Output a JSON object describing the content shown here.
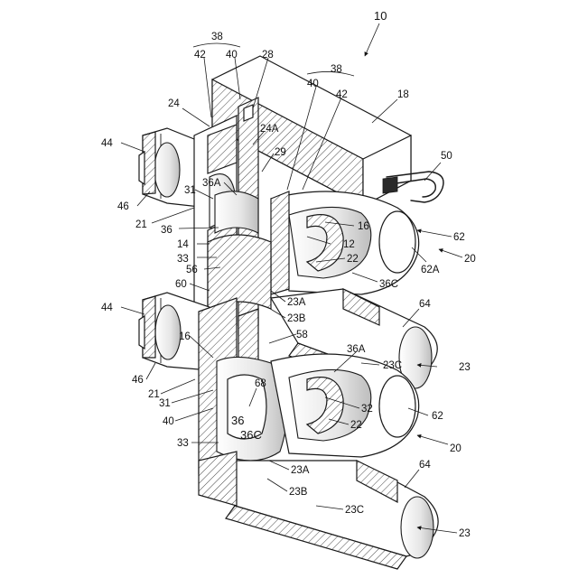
{
  "labels": {
    "l10": "10",
    "l38a": "38",
    "l42a": "42",
    "l40a": "40",
    "l28": "28",
    "l38b": "38",
    "l40b": "40",
    "l42b": "42",
    "l18": "18",
    "l24": "24",
    "l24A": "24A",
    "l29": "29",
    "l50": "50",
    "l44a": "44",
    "l36A_a": "36A",
    "l31a": "31",
    "l46a": "46",
    "l21a": "21",
    "l16a": "16",
    "l36a": "36",
    "l14": "14",
    "l12": "12",
    "l62a": "62",
    "l33a": "33",
    "l22a": "22",
    "l20a": "20",
    "l56": "56",
    "l62A": "62A",
    "l60": "60",
    "l36C_a": "36C",
    "l23A_a": "23A",
    "l23B_a": "23B",
    "l58": "58",
    "l64a": "64",
    "l44b": "44",
    "l16b": "16",
    "l36A_b": "36A",
    "l23C_a": "23C",
    "l23a": "23",
    "l46b": "46",
    "l21b": "21",
    "l68": "68",
    "l32": "32",
    "l31b": "31",
    "l62b": "62",
    "l40c": "40",
    "l36b": "36",
    "l36C_b": "36C",
    "l22b": "22",
    "l20b": "20",
    "l33b": "33",
    "l23A_b": "23A",
    "l64b": "64",
    "l23B_b": "23B",
    "l23C_b": "23C",
    "l23b": "23"
  }
}
